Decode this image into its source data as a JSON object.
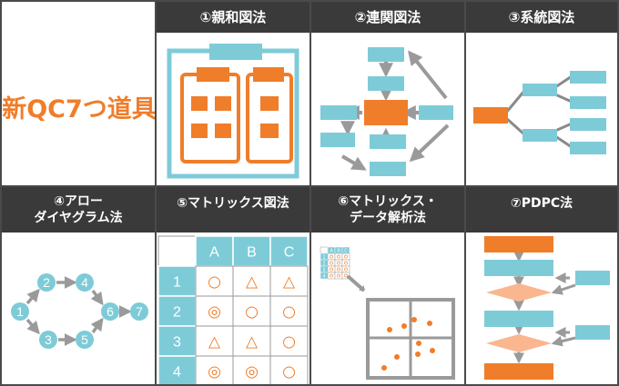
{
  "colors": {
    "orange": "#f07d2a",
    "blue": "#7ecbd8",
    "dark": "#3a3a3a",
    "gray": "#9a9a9a"
  },
  "main_title": "新QC7つ道具",
  "headers": {
    "affinity": "①親和図法",
    "relation": "②連関図法",
    "tree": "③系統図法",
    "arrow_line1": "④アロー",
    "arrow_line2": "ダイヤグラム法",
    "matrix": "⑤マトリックス図法",
    "mda_line1": "⑥マトリックス・",
    "mda_line2": "データ解析法",
    "pdpc": "⑦PDPC法"
  },
  "arrow_nodes": [
    "1",
    "2",
    "3",
    "4",
    "5",
    "6",
    "7"
  ],
  "matrix_table": {
    "columns": [
      "A",
      "B",
      "C"
    ],
    "rows": [
      {
        "label": "1",
        "cells": [
          "○",
          "△",
          "△"
        ]
      },
      {
        "label": "2",
        "cells": [
          "◎",
          "○",
          "○"
        ]
      },
      {
        "label": "3",
        "cells": [
          "△",
          "△",
          "○"
        ]
      },
      {
        "label": "4",
        "cells": [
          "◎",
          "◎",
          "○"
        ]
      }
    ]
  },
  "mini_matrix": {
    "columns": [
      "A",
      "B",
      "C"
    ],
    "rows": [
      "1",
      "2",
      "3",
      "4"
    ]
  }
}
